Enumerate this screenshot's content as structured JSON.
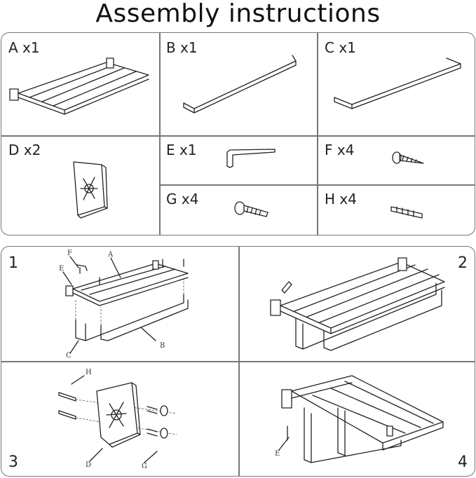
{
  "title": "Assembly instructions",
  "parts": [
    {
      "label": "A x1"
    },
    {
      "label": "B x1"
    },
    {
      "label": "C x1"
    },
    {
      "label": "D x2"
    },
    {
      "label": "E x1"
    },
    {
      "label": "F x4"
    },
    {
      "label": "G x4"
    },
    {
      "label": "H x4"
    }
  ],
  "steps": [
    {
      "number": "1",
      "callouts": [
        "F",
        "A",
        "E",
        "B",
        "C"
      ]
    },
    {
      "number": "2"
    },
    {
      "number": "3",
      "callouts": [
        "H",
        "D",
        "G"
      ]
    },
    {
      "number": "4",
      "callouts": [
        "E"
      ]
    }
  ]
}
